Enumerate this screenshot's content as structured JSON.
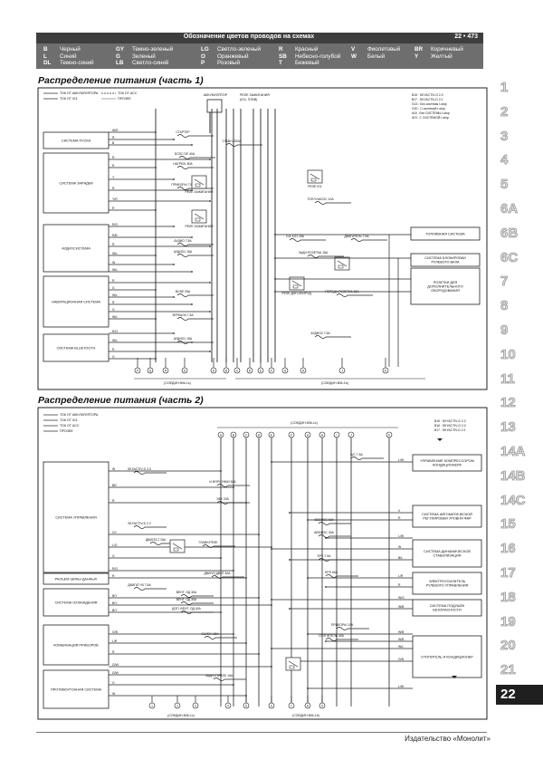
{
  "header": {
    "title": "Обозначение цветов проводов на схемах",
    "page_ref": "22 • 473"
  },
  "legend": [
    [
      {
        "code": "B",
        "name": "Черный"
      },
      {
        "code": "L",
        "name": "Синий"
      },
      {
        "code": "DL",
        "name": "Темно-синий"
      }
    ],
    [
      {
        "code": "GY",
        "name": "Темно-зеленый"
      },
      {
        "code": "G",
        "name": "Зеленый"
      },
      {
        "code": "LB",
        "name": "Светло-синий"
      }
    ],
    [
      {
        "code": "LG",
        "name": "Светло-зеленый"
      },
      {
        "code": "O",
        "name": "Оранжевый"
      },
      {
        "code": "P",
        "name": "Розовый"
      }
    ],
    [
      {
        "code": "R",
        "name": "Красный"
      },
      {
        "code": "SB",
        "name": "Небесно-голубой"
      },
      {
        "code": "T",
        "name": "Бежевый"
      }
    ],
    [
      {
        "code": "V",
        "name": "Фиолетовый"
      },
      {
        "code": "W",
        "name": "Белый"
      }
    ],
    [
      {
        "code": "BR",
        "name": "Коричневый"
      },
      {
        "code": "Y",
        "name": "Желтый"
      }
    ]
  ],
  "section1": {
    "title": "Распределение питания (часть 1)",
    "top_labels": [
      "ТОК ОТ АККУМУЛЯТОРА",
      "ТОК ОТ IG1",
      "ТОК ОТ ACC",
      "ПРОЧЕЕ"
    ],
    "top_labels_right": [
      "РЕЛЕ ЗАЖИГАНИЯ",
      "(IG1, STAB)"
    ],
    "battery": "АККУМУЛЯТОР",
    "notes": [
      "В15 : SKYACTIV-G 2.0",
      "В17 : SKYACTIV-D 2.2",
      "G13 : Без системы I-stop",
      "G20 : С системой I-stop",
      "#16 : Без СИСТЕМЫ I-stop",
      "#19 : С СИСТЕМОЙ I-stop"
    ],
    "left_boxes": [
      "СИСТЕМА ПУСКА",
      "СИСТЕМА ЗАРЯДКИ",
      "АУДИОСИСТЕМА",
      "НАВИГАЦИОННАЯ СИСТЕМА",
      "СИСТЕМА BLUETOOTH"
    ],
    "right_boxes": [
      "ТОПЛИВНАЯ СИСТЕМА",
      "СИСТЕМА БЛОКИРОВКИ РУЛЕВОГО ВАЛА",
      "РОЗЕТКИ ДЛЯ ДОПОЛНИТЕЛЬНОГО ОБОРУДОВАНИЯ"
    ],
    "fuses": [
      "СТАРТЕР",
      "DCDC DE 40A",
      "НАГРЕВ. 80A",
      "ГЛАВН. 200A",
      "ПРИБОРЫ 7.5A",
      "ТОПЛ.НАСОС 10A",
      "С/А 1G1 15A",
      "ДВИГАТЕЛЬ 7.5A",
      "АУДИО 7.5A",
      "АУДИО1 15A",
      "BOSE 25A",
      "ЗАДН.РОЗЕТКА 15A",
      "ПЕРЕДН.РОЗЕТКА 15A",
      "ЗЕРКАЛА 7.5A",
      "АУДИО1 15A",
      "АУДИО2 7.5A"
    ],
    "relays": [
      "РЕЛЕ IG1",
      "РЕЛЕ ЗАЖИГАНИЯ",
      "РЕЛЕ ДОП.ОБОРУД."
    ],
    "junctions": [
      "(СОЕДИН 806-1c)",
      "(СОЕДИН 806-1b)"
    ]
  },
  "section2": {
    "title": "Распределение питания (часть 2)",
    "top_labels": [
      "ТОК ОТ АККУМУЛЯТОРА",
      "ТОК ОТ IG1",
      "ТОК ОТ ACC",
      "ПРОЧЕЕ"
    ],
    "notes": [
      "В15 : SKYACTIV-G 2.2",
      "В16 : SKYACTIV-G 2.0",
      "В17 : SKYACTIV-D 2.2"
    ],
    "left_boxes": [
      "СИСТЕМА УПРАВЛЕНИЯ",
      "РАЗЪЕМ ШИНЫ ДАННЫХ",
      "СИСТЕМА ОХЛАЖДЕНИЯ",
      "КОМБИНАЦИЯ ПРИБОРОВ",
      "ПРОТИВОУГОННАЯ СИСТЕМА"
    ],
    "right_boxes": [
      "УПРАВЛЕНИЕ КОМПРЕССОРОМ КОНДИЦИОНЕРА",
      "СИСТЕМА АВТОМАТИЧЕСКОЙ РЕГУЛИРОВКИ УРОВНЯ ФАР",
      "СИСТЕМА ДИНАМИЧЕСКОЙ СТАБИЛИЗАЦИИ",
      "ЭЛЕКТРОУСИЛИТЕЛЬ РУЛЕВОГО УПРАВЛЕНИЯ",
      "СИСТЕМА ПОДУШЕК БЕЗОПАСНОСТИ",
      "ОТОПИТЕЛЬ И КОНДИЦИОНЕР"
    ],
    "fuses": [
      "A/C 7.5A",
      "SKYACTIV-G 2.0",
      "И.ФОРСУНКИ 30A",
      "ЭБУ 20A",
      "SKYACTIV-D 2.2",
      "ДВИГАТ.2 15A",
      "ГЛАВН.РЕЛЕ",
      "ДВИГАТ.ДВИГ 40A",
      "ДВИГАТ.+В 7.5A",
      "ВЕНТ. ОД 30A",
      "ВЕНТ. ОД 30A",
      "ДОП. ВЕНТ. ОД 40A",
      "САЛОН 15A",
      "ПРИБОРЫ 10A",
      "ОТОПИТЕЛЬ 40A",
      "ABS/DSC 60A",
      "ABS/DSC 30A",
      "ЕРS 7.5A",
      "ЕРS 60A",
      "ЗАДН.СТЕКЛО 15A"
    ],
    "junctions": [
      "(СОЕДИН 806-1c)",
      "(СОЕДИН 806-1b)"
    ]
  },
  "tabs": [
    "1",
    "2",
    "3",
    "4",
    "5",
    "6A",
    "6B",
    "6C",
    "7",
    "8",
    "9",
    "10",
    "11",
    "12",
    "13",
    "14A",
    "14B",
    "14C",
    "15",
    "16",
    "17",
    "18",
    "19",
    "20",
    "21",
    "22"
  ],
  "active_tab": "22",
  "footer": {
    "publisher": "Издательство «Монолит»"
  }
}
